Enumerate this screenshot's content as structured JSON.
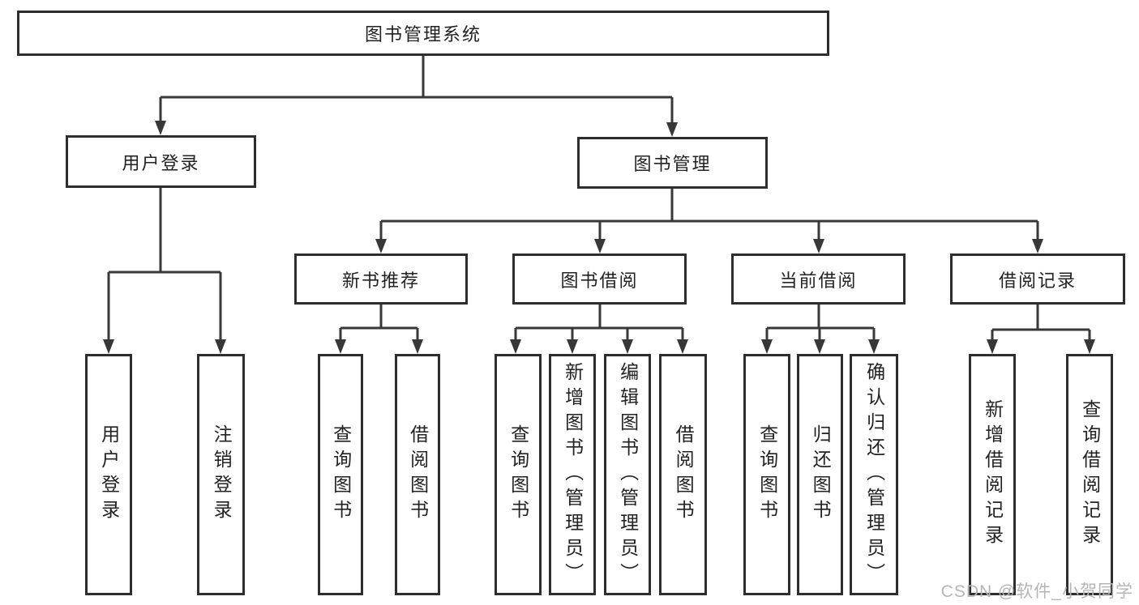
{
  "diagram": {
    "type": "hierarchy",
    "colors": {
      "line": "#383838",
      "box_border": "#2e2e2e",
      "box_fill": "#ffffff",
      "text": "#222222",
      "watermark_text": "#b5b5b5"
    },
    "tree": {
      "label": "图书管理系统",
      "children": [
        {
          "label": "用户登录",
          "children": [
            {
              "label": "用户登录"
            },
            {
              "label": "注销登录"
            }
          ]
        },
        {
          "label": "图书管理",
          "children": [
            {
              "label": "新书推荐",
              "children": [
                {
                  "label": "查询图书"
                },
                {
                  "label": "借阅图书"
                }
              ]
            },
            {
              "label": "图书借阅",
              "children": [
                {
                  "label": "查询图书"
                },
                {
                  "label": "新增图书（管理员）"
                },
                {
                  "label": "编辑图书（管理员）"
                },
                {
                  "label": "借阅图书"
                }
              ]
            },
            {
              "label": "当前借阅",
              "children": [
                {
                  "label": "查询图书"
                },
                {
                  "label": "归还图书"
                },
                {
                  "label": "确认归还（管理员）"
                }
              ]
            },
            {
              "label": "借阅记录",
              "children": [
                {
                  "label": "新增借阅记录"
                },
                {
                  "label": "查询借阅记录"
                }
              ]
            }
          ]
        }
      ]
    },
    "watermark": "CSDN @软件_小贺同学"
  }
}
